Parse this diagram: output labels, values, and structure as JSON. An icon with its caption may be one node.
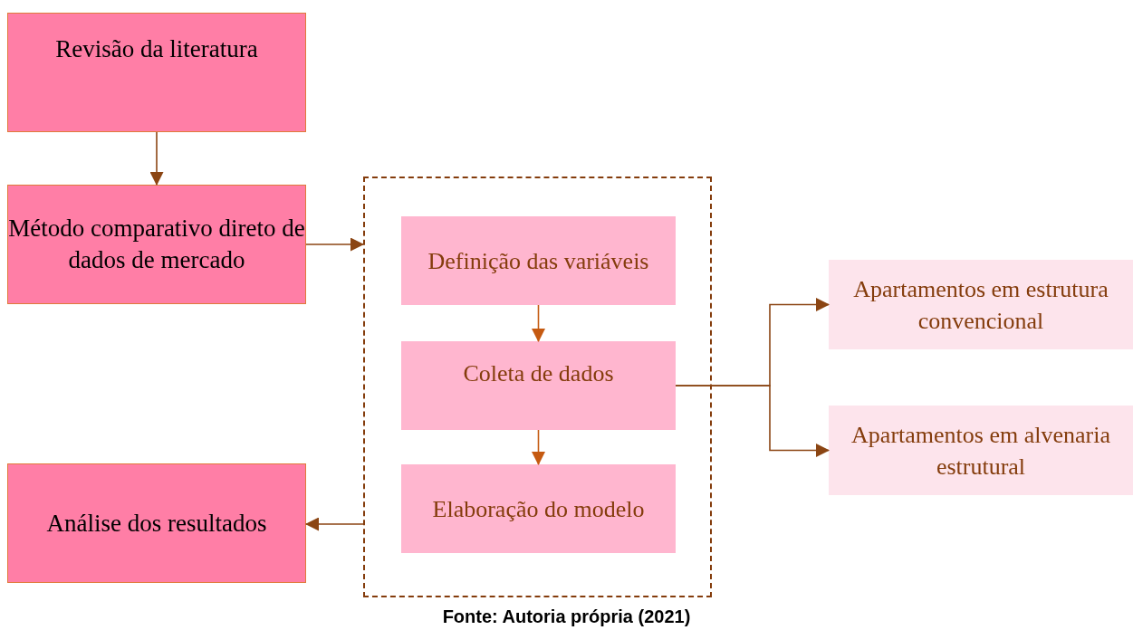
{
  "diagram": {
    "caption": "Fonte: Autoria própria (2021)",
    "nodes": [
      {
        "text": [
          "Revisão da literatura"
        ]
      },
      {
        "text": [
          "Método comparativo direto de dados de mercado"
        ]
      },
      {
        "text": [],
        "shape": "box"
      },
      {
        "text": [
          "Definição das variáveis"
        ],
        "in": 2
      },
      {
        "text": [
          "Coleta de dados"
        ],
        "in": 2
      },
      {
        "text": [
          "Elaboração do modelo"
        ],
        "in": 2
      },
      {
        "text": [
          "Apartamentos em estrutura convencional"
        ]
      },
      {
        "text": [
          "Apartamentos em alvenaria estrutural"
        ]
      },
      {
        "text": [
          "Análise dos resultados"
        ]
      }
    ],
    "edges": [
      {
        "from": 0,
        "to": 1,
        "arrow": "to"
      },
      {
        "from": 1,
        "to": 2,
        "arrow": "to"
      },
      {
        "from": 3,
        "to": 4,
        "arrow": "to",
        "color": "#c55a11"
      },
      {
        "from": 4,
        "to": 5,
        "arrow": "to",
        "color": "#c55a11"
      },
      {
        "from": 4,
        "to": 6,
        "arrow": "to"
      },
      {
        "from": 4,
        "to": 7,
        "arrow": "to"
      },
      {
        "from": 2,
        "to": 8,
        "arrow": "to"
      }
    ]
  }
}
